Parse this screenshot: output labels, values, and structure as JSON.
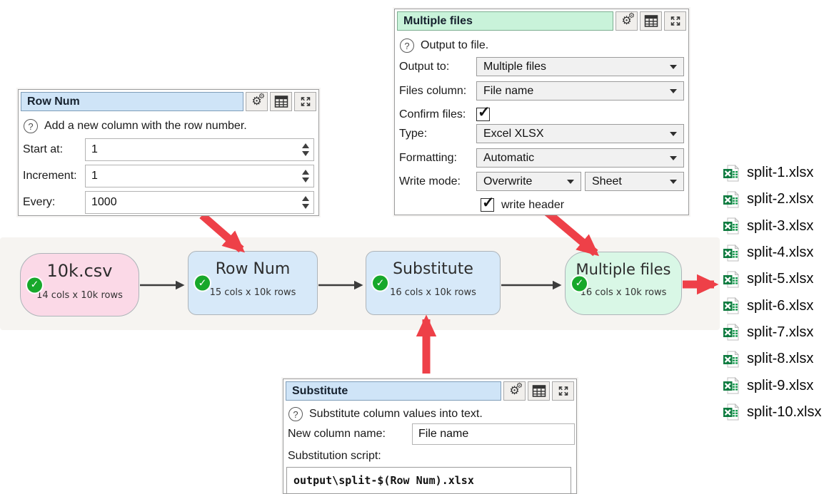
{
  "icons": {
    "gear": "⚙",
    "checkmark": "✓",
    "help": "?"
  },
  "colors": {
    "node_csv_pink": "#fbd9e7",
    "node_transform_blue": "#d7e9f9",
    "node_output_green": "#d9f7e6",
    "panel_title_blue": "#cfe4f7",
    "panel_title_green": "#c9f3da",
    "annotation_red": "#ee4048",
    "status_check_green": "#17a82b",
    "connector_dark": "#3c3c3c"
  },
  "panels": {
    "row_num": {
      "title": "Row Num",
      "help": "Add a new column with the row number.",
      "fields": [
        {
          "label": "Start at:",
          "value": "1"
        },
        {
          "label": "Increment:",
          "value": "1"
        },
        {
          "label": "Every:",
          "value": "1000"
        }
      ]
    },
    "multiple_files": {
      "title": "Multiple files",
      "help": "Output to file.",
      "output_to": {
        "label": "Output to:",
        "value": "Multiple files"
      },
      "files_column": {
        "label": "Files column:",
        "value": "File name"
      },
      "confirm_files": {
        "label": "Confirm files:"
      },
      "type": {
        "label": "Type:",
        "value": "Excel XLSX"
      },
      "formatting": {
        "label": "Formatting:",
        "value": "Automatic"
      },
      "write_mode": {
        "label": "Write mode:",
        "value": "Overwrite",
        "value2": "Sheet"
      },
      "write_header": {
        "label": "write header"
      }
    },
    "substitute": {
      "title": "Substitute",
      "help": "Substitute column values into text.",
      "new_column": {
        "label": "New column name:",
        "value": "File name"
      },
      "script_label": "Substitution script:",
      "script_value": "output\\split-$(Row Num).xlsx"
    }
  },
  "flow": {
    "nodes": [
      {
        "title": "10k.csv",
        "subtitle": "14 cols x 10k rows"
      },
      {
        "title": "Row Num",
        "subtitle": "15 cols x 10k rows"
      },
      {
        "title": "Substitute",
        "subtitle": "16 cols x 10k rows"
      },
      {
        "title": "Multiple files",
        "subtitle": "16 cols x 10k rows"
      }
    ]
  },
  "files": {
    "items": [
      "split-1.xlsx",
      "split-2.xlsx",
      "split-3.xlsx",
      "split-4.xlsx",
      "split-5.xlsx",
      "split-6.xlsx",
      "split-7.xlsx",
      "split-8.xlsx",
      "split-9.xlsx",
      "split-10.xlsx"
    ]
  }
}
